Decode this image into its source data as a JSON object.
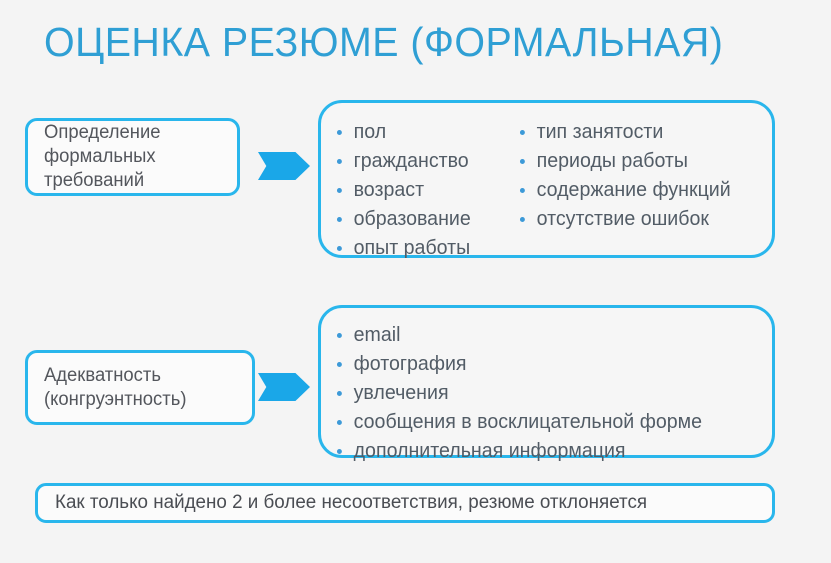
{
  "slide": {
    "title": "ОЦЕНКА РЕЗЮМЕ (ФОРМАЛЬНАЯ)",
    "background_color": "#f4f4f4",
    "accent_color": "#29b6ec",
    "title_color": "#2f9fd4",
    "text_color": "#525c66"
  },
  "rows": [
    {
      "label": "Определение\nформальных\nтребований",
      "arrow": "arrow-right-banner",
      "columns": [
        [
          "пол",
          "гражданство",
          "возраст",
          "образование",
          "опыт работы"
        ],
        [
          "тип занятости",
          "периоды работы",
          "содержание функций",
          "отсутствие ошибок"
        ]
      ]
    },
    {
      "label": "Адекватность\n(конгруэнтность)",
      "arrow": "arrow-right-banner",
      "columns": [
        [
          "email",
          "фотография",
          "увлечения",
          "сообщения в восклицательной форме",
          "дополнительная информация"
        ]
      ]
    }
  ],
  "footer": {
    "text": "Как только найдено 2 и более несоответствия, резюме отклоняется"
  }
}
